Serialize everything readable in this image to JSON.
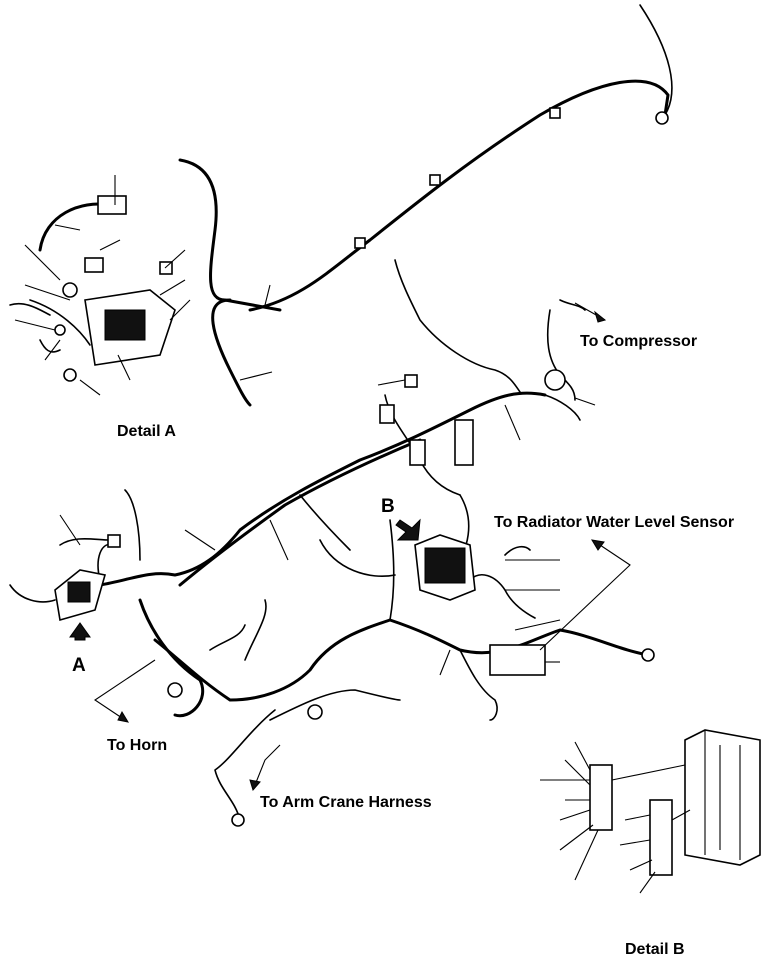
{
  "labels": {
    "detail_a": "Detail A",
    "detail_b": "Detail B",
    "marker_a": "A",
    "marker_b": "B",
    "to_compressor": "To Compressor",
    "to_radiator": "To Radiator Water Level Sensor",
    "to_horn": "To Horn",
    "to_arm_crane": "To Arm Crane Harness"
  },
  "colors": {
    "line": "#000000",
    "background": "#ffffff"
  }
}
